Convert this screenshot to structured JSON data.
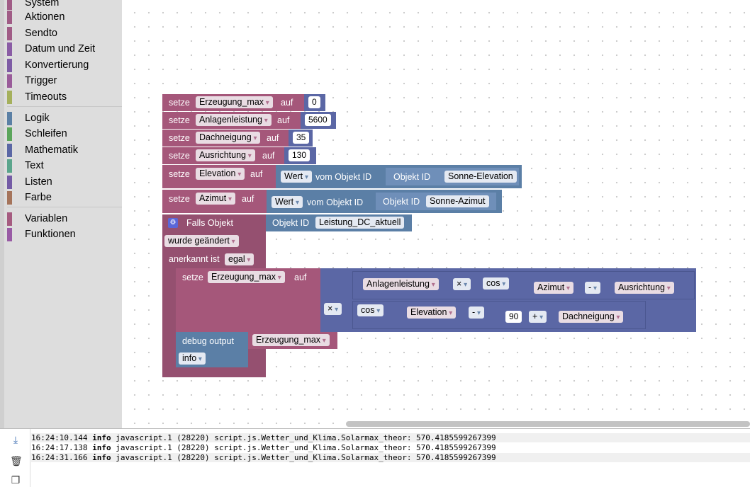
{
  "toolbox": {
    "categories": [
      {
        "label": "System",
        "color": "#a05c86"
      },
      {
        "label": "Aktionen",
        "color": "#a05c86"
      },
      {
        "label": "Sendto",
        "color": "#a05c86"
      },
      {
        "label": "Datum und Zeit",
        "color": "#8a5ca5"
      },
      {
        "label": "Konvertierung",
        "color": "#7e5ca5"
      },
      {
        "label": "Trigger",
        "color": "#9a5c9a"
      },
      {
        "label": "Timeouts",
        "color": "#a5b05c"
      },
      {
        "label": "Logik",
        "color": "#5b80a5"
      },
      {
        "label": "Schleifen",
        "color": "#5ba55b"
      },
      {
        "label": "Mathematik",
        "color": "#5b67a5"
      },
      {
        "label": "Text",
        "color": "#5ba58c"
      },
      {
        "label": "Listen",
        "color": "#745ba5"
      },
      {
        "label": "Farbe",
        "color": "#a5745b"
      },
      {
        "label": "Variablen",
        "color": "#a55b80"
      },
      {
        "label": "Funktionen",
        "color": "#995ba5"
      }
    ]
  },
  "blocks": {
    "set_label": "setze",
    "to_label": "auf",
    "var_erzeugung": "Erzeugung_max",
    "val_erzeugung": "0",
    "var_anlagen": "Anlagenleistung",
    "val_anlagen": "5600",
    "var_dach": "Dachneigung",
    "val_dach": "35",
    "var_ausrichtung": "Ausrichtung",
    "val_ausrichtung": "130",
    "var_elevation": "Elevation",
    "var_azimut": "Azimut",
    "wert_label": "Wert",
    "vom_objekt": "vom Objekt ID",
    "objekt_id": "Objekt ID",
    "obj_elevation": "Sonne-Elevation",
    "obj_azimut": "Sonne-Azimut",
    "falls_objekt": "Falls Objekt",
    "obj_trigger": "Leistung_DC_aktuell",
    "wurde_geaendert": "wurde geändert",
    "anerkannt_ist": "anerkannt ist",
    "egal": "egal",
    "times_op": "×",
    "minus_op": "-",
    "plus_op": "+",
    "cos_label": "cos",
    "num_90": "90",
    "debug_output": "debug output",
    "debug_level": "info"
  },
  "log": {
    "rows": [
      {
        "time": "16:24:10.144",
        "level": "info",
        "msg": "javascript.1 (28220) script.js.Wetter_und_Klima.Solarmax_theor: 570.4185599267399"
      },
      {
        "time": "16:24:17.138",
        "level": "info",
        "msg": "javascript.1 (28220) script.js.Wetter_und_Klima.Solarmax_theor: 570.4185599267399"
      },
      {
        "time": "16:24:31.166",
        "level": "info",
        "msg": "javascript.1 (28220) script.js.Wetter_und_Klima.Solarmax_theor: 570.4185599267399"
      }
    ]
  }
}
